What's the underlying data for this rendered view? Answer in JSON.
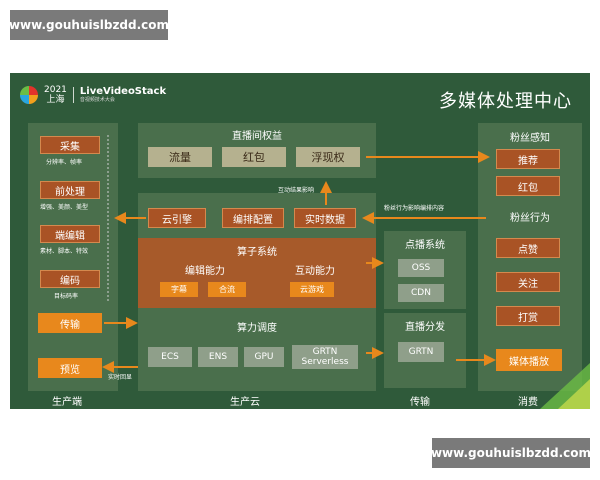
{
  "watermark": {
    "top": "www.gouhuislbzdd.com",
    "bottom": "www.gouhuislbzdd.com"
  },
  "logo": {
    "year": "2021",
    "city": "上海",
    "brand": "LiveVideoStack",
    "tagline": "音视频技术大会"
  },
  "title": "多媒体处理中心",
  "producer": {
    "items": [
      {
        "label": "采集",
        "sub": "分辨率、帧率"
      },
      {
        "label": "前处理",
        "sub": "增强、美颜、美型"
      },
      {
        "label": "端编辑",
        "sub": "素材、脚本、特效"
      },
      {
        "label": "编码",
        "sub": "目标码率"
      }
    ],
    "transmit": "传输",
    "preview": "预览",
    "footer": "生产端"
  },
  "cloud": {
    "rights": {
      "title": "直播间权益",
      "items": [
        "流量",
        "红包",
        "浮现权"
      ]
    },
    "engines": [
      "云引擎",
      "编排配置",
      "实时数据"
    ],
    "operator": {
      "title": "算子系统",
      "edit_title": "编辑能力",
      "edit_items": [
        "字幕",
        "合流"
      ],
      "interact_title": "互动能力",
      "interact_items": [
        "云游戏"
      ]
    },
    "compute": {
      "title": "算力调度",
      "items": [
        "ECS",
        "ENS",
        "GPU",
        "GRTN Serverless"
      ]
    },
    "footer": "生产云"
  },
  "transport": {
    "vod": {
      "title": "点播系统",
      "items": [
        "OSS",
        "CDN"
      ]
    },
    "live": {
      "title": "直播分发",
      "items": [
        "GRTN"
      ]
    },
    "footer": "传输"
  },
  "consumer": {
    "perception_title": "粉丝感知",
    "perception_items": [
      "推荐",
      "红包"
    ],
    "behavior_title": "粉丝行为",
    "behavior_items": [
      "点赞",
      "关注",
      "打赏"
    ],
    "playback": "媒体播放",
    "footer": "消费"
  },
  "annotations": {
    "interaction_effect": "互动结果影响\n直播间权益",
    "fan_behavior_effect": "粉丝行为影响编排内容",
    "realtime_return": "实时回显"
  },
  "colors": {
    "background": "#2f5a3a",
    "panel": "#4a6f4c",
    "section_orange": "#a75a2a",
    "accent": "#e8881c"
  }
}
